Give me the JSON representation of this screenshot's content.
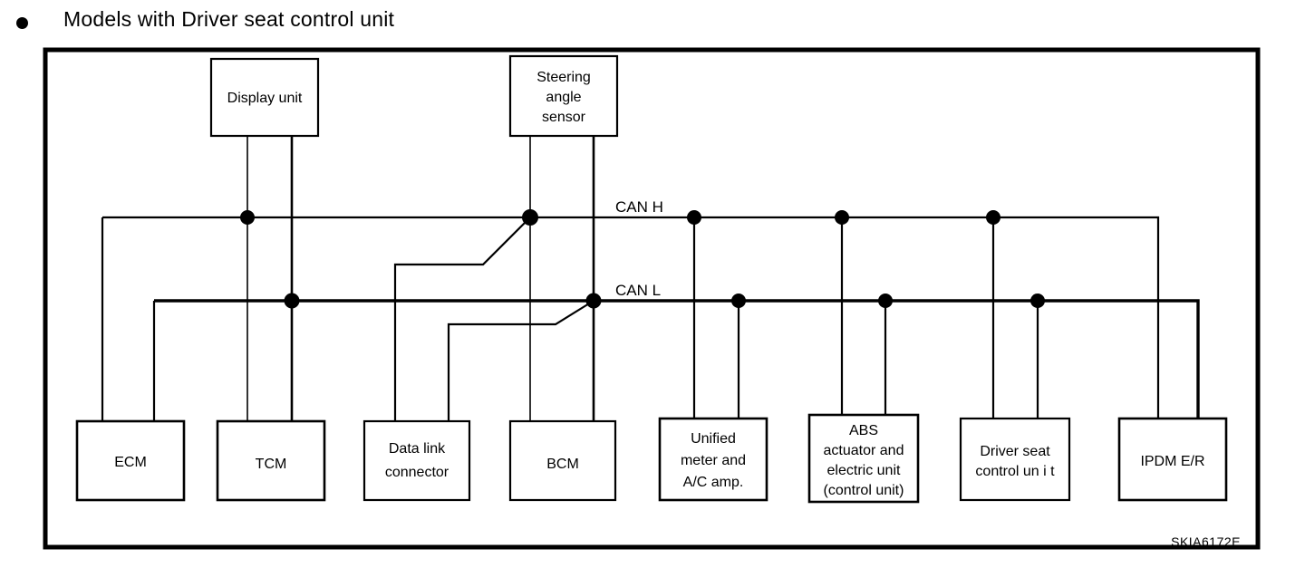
{
  "heading": {
    "bullet": "bullet-dot",
    "text": "Models with Driver seat control unit"
  },
  "diagram": {
    "reference_code": "SKIA6172E",
    "bus_labels": {
      "can_h": "CAN H",
      "can_l": "CAN L"
    },
    "top_units": [
      {
        "id": "display-unit",
        "label_lines": [
          "Display unit"
        ]
      },
      {
        "id": "steering-angle-sensor",
        "label_lines": [
          "Steering",
          "angle",
          "sensor"
        ]
      }
    ],
    "bottom_units": [
      {
        "id": "ecm",
        "label_lines": [
          "ECM"
        ]
      },
      {
        "id": "tcm",
        "label_lines": [
          "TCM"
        ]
      },
      {
        "id": "data-link-connector",
        "label_lines": [
          "Data link",
          "connector"
        ]
      },
      {
        "id": "bcm",
        "label_lines": [
          "BCM"
        ]
      },
      {
        "id": "unified-meter-ac-amp",
        "label_lines": [
          "Unified",
          "meter and",
          "A/C amp."
        ]
      },
      {
        "id": "abs-actuator-electric-unit",
        "label_lines": [
          "ABS",
          "actuator and",
          "electric unit",
          "(control unit)"
        ]
      },
      {
        "id": "driver-seat-control-unit",
        "label_lines": [
          "Driver seat",
          "control un i t"
        ]
      },
      {
        "id": "ipdm-er",
        "label_lines": [
          "IPDM E/R"
        ]
      }
    ],
    "colors": {
      "line": "#000000",
      "background": "#ffffff",
      "text": "#000000"
    }
  }
}
